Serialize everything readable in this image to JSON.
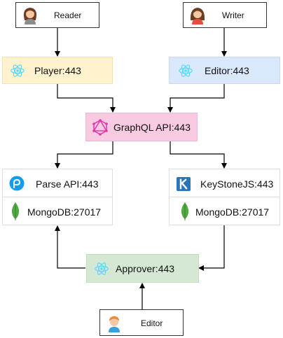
{
  "actors": {
    "reader": "Reader",
    "writer": "Writer",
    "editor": "Editor"
  },
  "services": {
    "player": "Player:443",
    "editor_app": "Editor:443",
    "graphql": "GraphQL API:443",
    "parse": "Parse API:443",
    "mongodb_left": "MongoDB:27017",
    "keystone": "KeyStoneJS:443",
    "mongodb_right": "MongoDB:27017",
    "approver": "Approver:443"
  },
  "colors": {
    "player_fill": "#fff2cc",
    "editor_fill": "#dae8fc",
    "graphql_fill": "#f8cbe2",
    "approver_fill": "#d5e8d4",
    "db_box_stroke": "#dddddd",
    "react_icon": "#61dafb",
    "graphql_icon": "#e535ab",
    "parse_icon": "#169cee",
    "keystone_icon": "#2c73b8",
    "mongodb_icon": "#4faa41"
  },
  "icons": {
    "player": "react-icon",
    "editor_app": "react-icon",
    "graphql": "graphql-icon",
    "parse": "parse-icon",
    "keystone": "keystone-icon",
    "mongodb": "mongodb-leaf-icon",
    "approver": "react-icon"
  }
}
